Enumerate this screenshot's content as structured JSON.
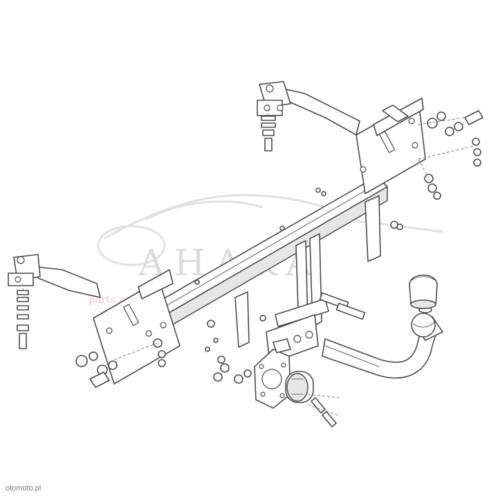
{
  "watermark": {
    "brand": "AHAKA",
    "tagline": "parts and travel"
  },
  "footer": {
    "site": "otomoto.pl"
  }
}
